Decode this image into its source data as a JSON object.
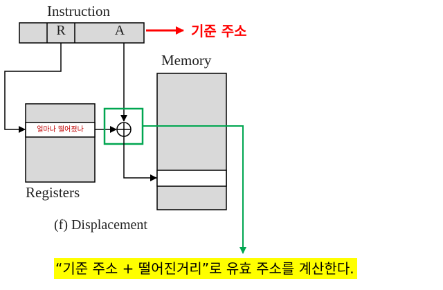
{
  "instruction": {
    "title": "Instruction",
    "r_label": "R",
    "a_label": "A"
  },
  "base_address_label": "기준 주소",
  "memory": {
    "title": "Memory"
  },
  "registers": {
    "title": "Registers",
    "displacement_label": "얼마나 떨어졌나"
  },
  "caption": "(f) Displacement",
  "note": "“기준 주소 + 떨어진거리”로 유효 주소를 계산한다.",
  "colors": {
    "accent_red": "#ff0000",
    "highlight_green": "#00a650",
    "highlight_yellow": "#ffff00",
    "box_fill": "#d9d9d9"
  },
  "icons": {
    "adder": "circled-plus-icon"
  }
}
